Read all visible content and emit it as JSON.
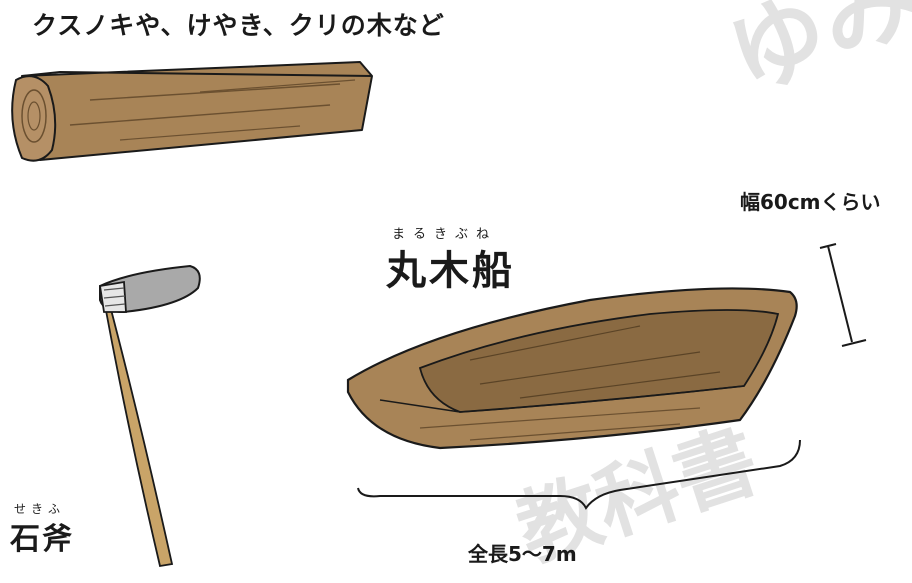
{
  "log": {
    "caption": "クスノキや、けやき、クリの木など"
  },
  "boat": {
    "label": "丸木船",
    "reading": "まるきぶね",
    "width_note": "幅60cmくらい",
    "length_note": "全長5〜7m"
  },
  "axe": {
    "label": "石斧",
    "reading": "せきふ"
  },
  "watermark": {
    "top_right": "ゆみね",
    "bottom": "教科書"
  },
  "colors": {
    "wood": "#a88457",
    "wood_dark": "#8a6a42",
    "stone": "#a9a9a9",
    "handle": "#c9a468",
    "ink": "#1a1a1a",
    "watermark": "#d9d9d9"
  }
}
